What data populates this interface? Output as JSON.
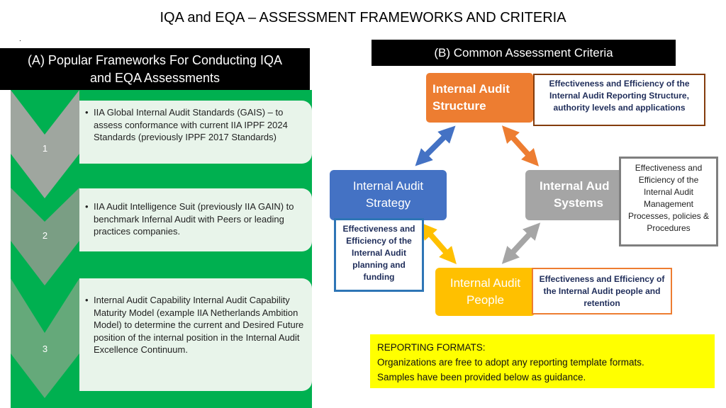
{
  "title": "IQA and EQA – ASSESSMENT FRAMEWORKS AND CRITERIA",
  "dot": ".",
  "section_a": {
    "heading_line1": "(A)  Popular Frameworks For Conducting IQA",
    "heading_line2": "and EQA Assessments",
    "items": [
      {
        "number": "1",
        "text": "IIA Global Internal Audit Standards (GAIS) – to assess conformance with  current IIA IPPF 2024 Standards  (previously IPPF 2017 Standards)"
      },
      {
        "number": "2",
        "text": "IIA Audit Intelligence Suit (previously IIA GAIN)  to benchmark Infernal Audit  with Peers or leading practices companies."
      },
      {
        "number": "3",
        "text": "Internal  Audit Capability Internal Audit Capability Maturity Model (example IIA Netherlands Ambition Model)  to determine  the current and Desired Future position of the internal position in the Internal Audit Excellence Continuum."
      }
    ]
  },
  "section_b": {
    "heading": "(B) Common Assessment Criteria",
    "structure": {
      "line1": "Internal Audit",
      "line2": "Structure",
      "desc": "Effectiveness and Efficiency of the Internal Audit Reporting Structure, authority levels and  applications"
    },
    "strategy": {
      "line1": "Internal Audit",
      "line2": "Strategy",
      "desc": "Effectiveness and Efficiency of the Internal Audit planning and funding"
    },
    "systems": {
      "line1": "Internal Aud",
      "line2": "Systems",
      "desc": "Effectiveness and Efficiency of the Internal Audit Management Processes, policies & Procedures"
    },
    "people": {
      "line1": "Internal Audit",
      "line2": "People",
      "desc": "Effectiveness and Efficiency of the Internal Audit  people and retention"
    },
    "colors": {
      "structure": "#ed7d31",
      "strategy": "#4472c4",
      "systems": "#a5a5a5",
      "people": "#ffc000"
    }
  },
  "reporting": {
    "heading": "REPORTING FORMATS:",
    "line1": "Organizations are free to adopt any reporting template formats.",
    "line2": "Samples have been provided below as guidance."
  }
}
